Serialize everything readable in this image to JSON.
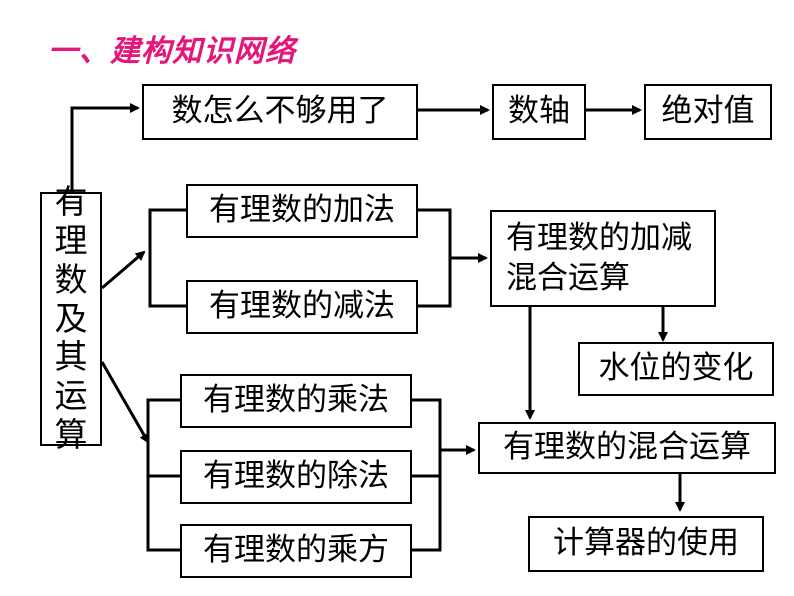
{
  "title": "一、建构知识网络",
  "colors": {
    "title": "#e5157a",
    "lines": "#000000",
    "box_border": "#000000"
  },
  "nodes": {
    "root": "有理数及其运算",
    "insufficient": "数怎么不够用了",
    "number_line": "数轴",
    "absolute_value": "绝对值",
    "addition": "有理数的加法",
    "subtraction": "有理数的减法",
    "add_sub_mixed": "有理数的加减混合运算",
    "water_level": "水位的变化",
    "multiplication": "有理数的乘法",
    "division": "有理数的除法",
    "power": "有理数的乘方",
    "mixed_ops": "有理数的混合运算",
    "calculator": "计算器的使用"
  }
}
